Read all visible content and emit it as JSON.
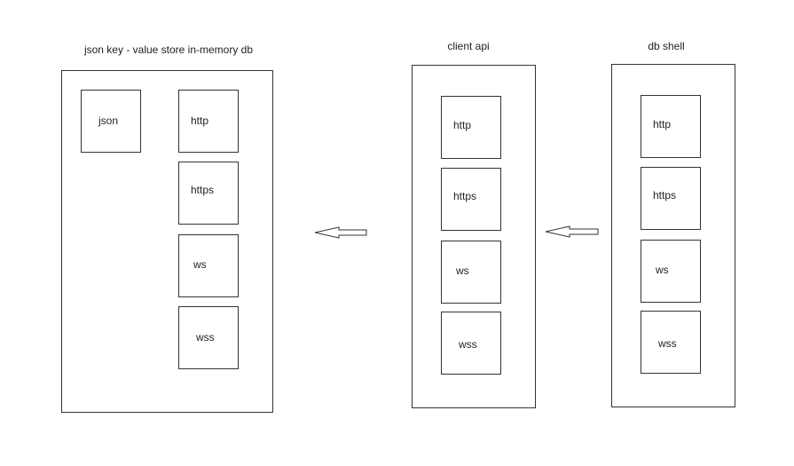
{
  "db": {
    "title": "json key - value store in-memory db",
    "json_label": "json",
    "protocols": [
      "http",
      "https",
      "ws",
      "wss"
    ]
  },
  "client": {
    "title": "client api",
    "protocols": [
      "http",
      "https",
      "ws",
      "wss"
    ]
  },
  "shell": {
    "title": "db shell",
    "protocols": [
      "http",
      "https",
      "ws",
      "wss"
    ]
  }
}
